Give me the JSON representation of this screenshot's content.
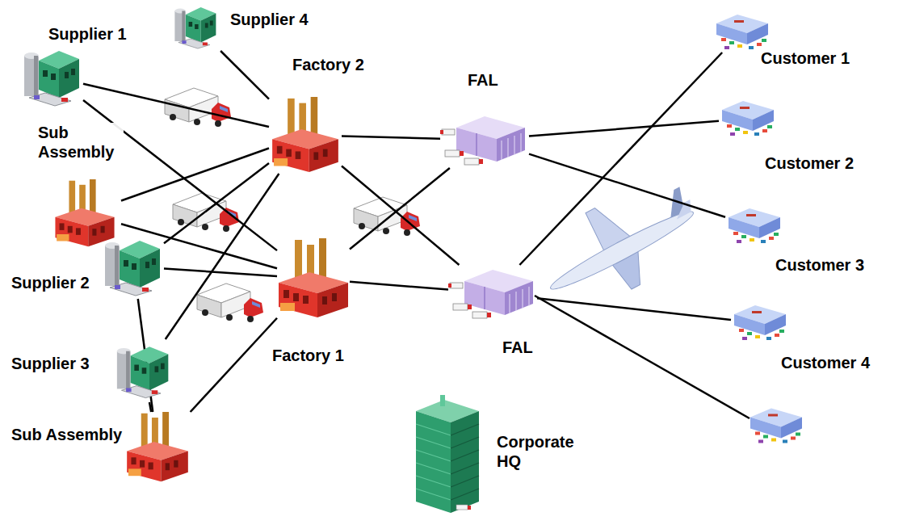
{
  "diagram": {
    "nodes": [
      {
        "text": [
          "Supplier 1"
        ]
      },
      {
        "text": [
          "Supplier 4"
        ]
      },
      {
        "text": [
          "Factory 2"
        ]
      },
      {
        "text": [
          "FAL"
        ]
      },
      {
        "text": [
          "Customer 1"
        ]
      },
      {
        "text": [
          "Sub Assembly"
        ]
      },
      {
        "text": [
          "Customer 2"
        ]
      },
      {
        "text": [
          "Supplier 2"
        ]
      },
      {
        "text": [
          "Customer 3"
        ]
      },
      {
        "text": [
          "FAL"
        ]
      },
      {
        "text": [
          "Factory 1"
        ]
      },
      {
        "text": [
          "Supplier 3"
        ]
      },
      {
        "text": [
          "Customer 4"
        ]
      },
      {
        "text": [
          "Sub Assembly"
        ]
      },
      {
        "text": [
          "Corporate HQ"
        ]
      }
    ],
    "edges": [
      {
        "from": 0,
        "to": 2,
        "arrow": "none"
      },
      {
        "from": 0,
        "to": 10,
        "arrow": "none"
      },
      {
        "from": 1,
        "to": 2,
        "arrow": "none"
      },
      {
        "from": 5,
        "to": 2,
        "arrow": "none"
      },
      {
        "from": 5,
        "to": 10,
        "arrow": "none"
      },
      {
        "from": 7,
        "to": 2,
        "arrow": "none"
      },
      {
        "from": 7,
        "to": 10,
        "arrow": "none"
      },
      {
        "from": 7,
        "to": 13,
        "arrow": "none"
      },
      {
        "from": 11,
        "to": 13,
        "arrow": "none"
      },
      {
        "from": 11,
        "to": 2,
        "arrow": "none"
      },
      {
        "from": 13,
        "to": 10,
        "arrow": "none"
      },
      {
        "from": 2,
        "to": 3,
        "arrow": "none"
      },
      {
        "from": 2,
        "to": 9,
        "arrow": "none"
      },
      {
        "from": 10,
        "to": 3,
        "arrow": "none"
      },
      {
        "from": 10,
        "to": 9,
        "arrow": "none"
      },
      {
        "from": 3,
        "to": 6,
        "arrow": "none"
      },
      {
        "from": 3,
        "to": 8,
        "arrow": "none"
      },
      {
        "from": 9,
        "to": 4,
        "arrow": "none"
      },
      {
        "from": 9,
        "to": 12,
        "arrow": "none"
      }
    ]
  }
}
